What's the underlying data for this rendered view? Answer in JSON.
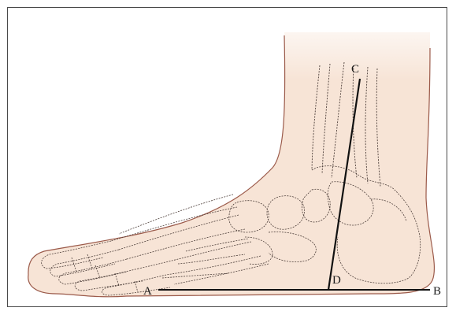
{
  "figure": {
    "points": {
      "A": "A",
      "B": "B",
      "C": "C",
      "D": "D"
    },
    "colors": {
      "skin": "#f7e4d6",
      "skin_edge": "#f2d4c0",
      "outline": "#9b5a4a",
      "bone": "#4d3f3a",
      "line": "#111111"
    }
  }
}
